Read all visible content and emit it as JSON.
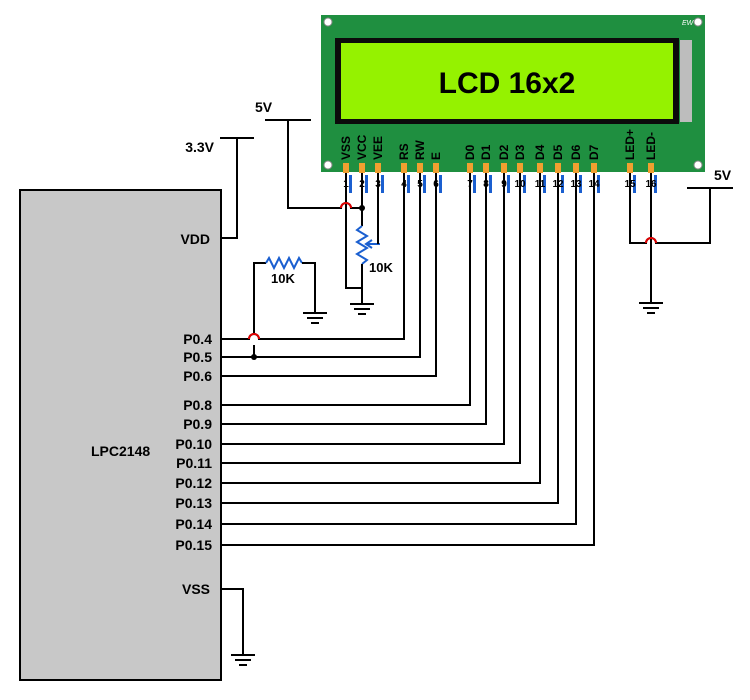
{
  "lcd": {
    "title": "LCD 16x2",
    "corner_mark": "EW",
    "pins": [
      {
        "name": "VSS",
        "num": "1"
      },
      {
        "name": "VCC",
        "num": "2"
      },
      {
        "name": "VEE",
        "num": "3"
      },
      {
        "name": "RS",
        "num": "4"
      },
      {
        "name": "RW",
        "num": "5"
      },
      {
        "name": "E",
        "num": "6"
      },
      {
        "name": "D0",
        "num": "7"
      },
      {
        "name": "D1",
        "num": "8"
      },
      {
        "name": "D2",
        "num": "9"
      },
      {
        "name": "D3",
        "num": "10"
      },
      {
        "name": "D4",
        "num": "11"
      },
      {
        "name": "D5",
        "num": "12"
      },
      {
        "name": "D6",
        "num": "13"
      },
      {
        "name": "D7",
        "num": "14"
      },
      {
        "name": "LED+",
        "num": "15"
      },
      {
        "name": "LED-",
        "num": "16"
      }
    ]
  },
  "mcu": {
    "name": "LPC2148",
    "vdd": "VDD",
    "vss": "VSS",
    "ports": [
      "P0.4",
      "P0.5",
      "P0.6",
      "P0.8",
      "P0.9",
      "P0.10",
      "P0.11",
      "P0.12",
      "P0.13",
      "P0.14",
      "P0.15"
    ]
  },
  "supplies": {
    "v33": "3.3V",
    "v5_left": "5V",
    "v5_right": "5V"
  },
  "components": {
    "pullup": "10K",
    "pot": "10K"
  },
  "colors": {
    "lcd_green": "#1f8f40",
    "lcd_screen": "#95f200",
    "pin_blue": "#1a5fd0",
    "jumper_red": "#e00000",
    "mcu_gray": "#c8c8c8"
  }
}
